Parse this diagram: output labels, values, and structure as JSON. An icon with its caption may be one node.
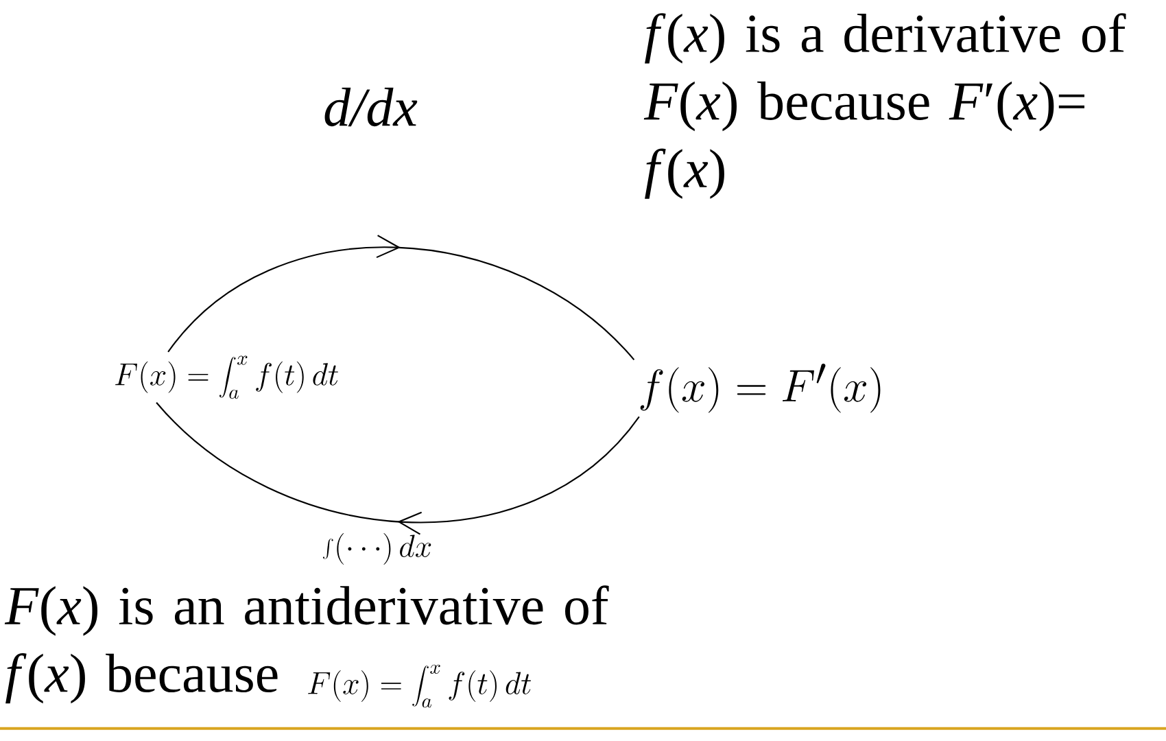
{
  "diagram": {
    "nodes": [
      {
        "text": [
          "F(x) = \\int_a^x f(t)\\,dt"
        ]
      },
      {
        "text": [
          "f(x) = F'(x)"
        ]
      }
    ],
    "edges": [
      {
        "from": 0,
        "to": 1,
        "arrow": "to",
        "label": "d/dx"
      },
      {
        "from": 1,
        "to": 0,
        "arrow": "to",
        "label": "\\int (\\cdots)\\,dx"
      }
    ],
    "labels": [
      "*f*(*x*) is a derivative of *F*(*x*) because *F*′(*x*)= *f*(*x*)",
      "*F*(*x*) is an antiderivative of *f*(*x*) because",
      "F(x) = \\int_a^x f(t)\\,dt"
    ]
  }
}
